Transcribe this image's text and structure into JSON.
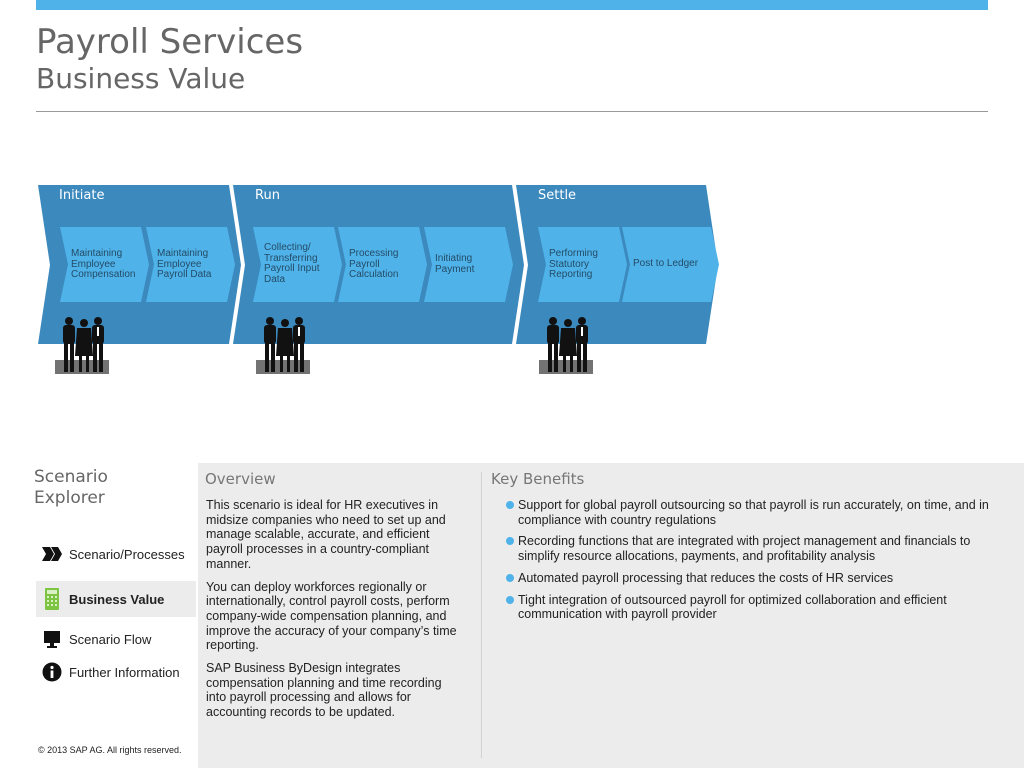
{
  "header": {
    "title": "Payroll Services",
    "subtitle": "Business Value",
    "accent_color": "#4fb3ea"
  },
  "process": {
    "phases": [
      {
        "label": "Initiate",
        "steps": [
          "Maintaining Employee Compensation",
          "Maintaining Employee Payroll Data"
        ]
      },
      {
        "label": "Run",
        "steps": [
          "Collecting/ Transferring Payroll Input Data",
          "Processing Payroll Calculation",
          "Initiating Payment"
        ]
      },
      {
        "label": "Settle",
        "steps": [
          "Performing Statutory Reporting",
          "Post to Ledger"
        ]
      }
    ],
    "colors": {
      "phase": "#3c89be",
      "step": "#4fb3ea",
      "step_text": "#244b66"
    }
  },
  "explorer": {
    "title_line1": "Scenario",
    "title_line2": "Explorer",
    "items": [
      {
        "label": "Scenario/Processes",
        "icon": "chevrons-icon"
      },
      {
        "label": "Business Value",
        "icon": "calculator-icon",
        "active": true
      },
      {
        "label": "Scenario Flow",
        "icon": "monitor-icon"
      },
      {
        "label": "Further Information",
        "icon": "info-icon"
      }
    ]
  },
  "overview": {
    "heading": "Overview",
    "paragraphs": [
      "This scenario is ideal for HR executives in midsize companies who need to set up and manage scalable, accurate, and efficient payroll processes in a country-compliant manner.",
      "You can deploy workforces regionally or internationally, control payroll costs, perform company-wide compensation planning, and improve the accuracy of your company’s time reporting.",
      "SAP Business ByDesign integrates compensation planning and time recording into payroll processing and allows for accounting records to be updated."
    ]
  },
  "benefits": {
    "heading": "Key Benefits",
    "items": [
      "Support for global payroll outsourcing so that payroll is run accurately, on time, and in compliance with country regulations",
      "Recording functions that are integrated with project management and financials to simplify resource allocations, payments, and profitability analysis",
      "Automated payroll processing that reduces the costs of HR services",
      "Tight integration of outsourced payroll for optimized collaboration and efficient communication with payroll provider"
    ]
  },
  "footer": {
    "copyright": "© 2013 SAP AG. All rights reserved."
  }
}
